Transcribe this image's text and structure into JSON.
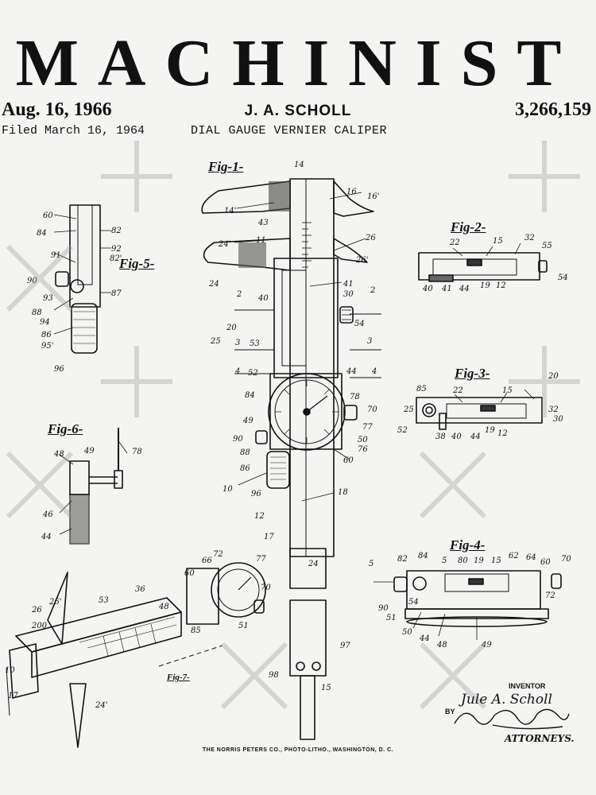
{
  "header": {
    "title": "MACHINIST",
    "date": "Aug. 16, 1966",
    "inventor_header": "J. A. SCHOLL",
    "patent_number": "3,266,159",
    "filed": "Filed March 16, 1964",
    "subject": "DIAL GAUGE VERNIER CALIPER"
  },
  "figures": {
    "fig1": "Fig-1-",
    "fig2": "Fig-2-",
    "fig3": "Fig-3-",
    "fig4": "Fig-4-",
    "fig5": "Fig-5-",
    "fig6": "Fig-6-",
    "fig7": "Fig-7-"
  },
  "signature": {
    "inventor_label": "INVENTOR",
    "inventor_name": "Jule A. Scholl",
    "by": "BY",
    "attorneys": "ATTORNEYS."
  },
  "printer": "THE NORRIS PETERS CO., PHOTO-LITHO., WASHINGTON, D. C."
}
